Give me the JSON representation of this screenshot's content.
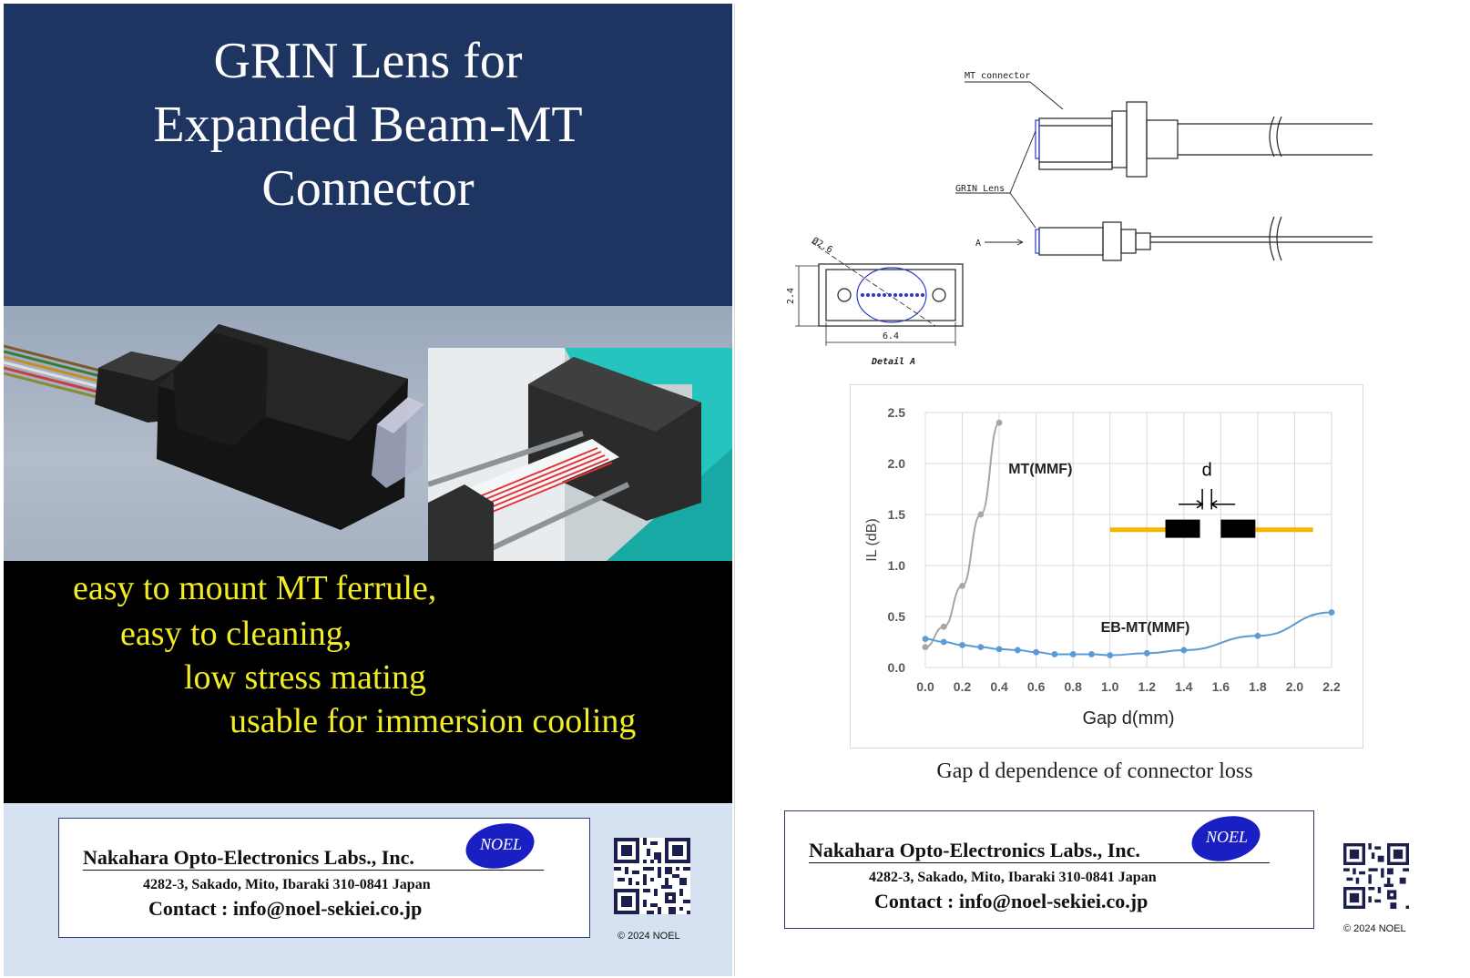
{
  "left_panel": {
    "title": "GRIN Lens for\nExpanded Beam-MT\nConnector",
    "features": [
      "easy to mount MT ferrule,",
      "easy to cleaning,",
      "low stress mating",
      "usable for immersion cooling"
    ],
    "contact": {
      "company": "Nakahara Opto-Electronics Labs., Inc.",
      "address": "4282-3, Sakado, Mito, Ibaraki 310-0841 Japan",
      "email_line": "Contact : info@noel-sekiei.co.jp",
      "logo_text": "NOEL",
      "copyright": "© 2024 NOEL"
    }
  },
  "right_panel": {
    "drawing": {
      "label_mt_connector": "MT connector",
      "label_grin_lens": "GRIN Lens",
      "label_a": "A",
      "label_diameter": "Ø2.6",
      "label_height": "2.4",
      "label_width": "6.4",
      "label_detail": "Detail A"
    },
    "chart_caption": "Gap d dependence of connector loss",
    "contact": {
      "company": "Nakahara Opto-Electronics Labs., Inc.",
      "address": "4282-3, Sakado, Mito, Ibaraki 310-0841 Japan",
      "email_line": "Contact : info@noel-sekiei.co.jp",
      "logo_text": "NOEL",
      "copyright": "© 2024 NOEL"
    }
  },
  "colors": {
    "title_band": "#1f3561",
    "feature_text": "#f2ec24",
    "footer_band": "#d6e1f1",
    "logo_blue": "#1a1fc4",
    "series_mt": "#a6a6a6",
    "series_eb": "#5b9bd5",
    "fiber_yellow": "#f5b400"
  },
  "chart_data": {
    "type": "line",
    "xlabel": "Gap d(mm)",
    "ylabel": "IL (dB)",
    "xlim": [
      0.0,
      2.2
    ],
    "ylim": [
      0.0,
      2.5
    ],
    "xticks": [
      "0.0",
      "0.2",
      "0.4",
      "0.6",
      "0.8",
      "1.0",
      "1.2",
      "1.4",
      "1.6",
      "1.8",
      "2.0",
      "2.2"
    ],
    "yticks": [
      "0.0",
      "0.5",
      "1.0",
      "1.5",
      "2.0",
      "2.5"
    ],
    "grid": true,
    "inset_label": "d",
    "series": [
      {
        "name": "MT(MMF)",
        "color": "#a6a6a6",
        "x": [
          0.0,
          0.1,
          0.2,
          0.3,
          0.4
        ],
        "y": [
          0.2,
          0.4,
          0.8,
          1.5,
          2.4
        ]
      },
      {
        "name": "EB-MT(MMF)",
        "color": "#5b9bd5",
        "x": [
          0.0,
          0.1,
          0.2,
          0.3,
          0.4,
          0.5,
          0.6,
          0.7,
          0.8,
          0.9,
          1.0,
          1.2,
          1.4,
          1.8,
          2.2
        ],
        "y": [
          0.28,
          0.25,
          0.22,
          0.2,
          0.18,
          0.17,
          0.15,
          0.13,
          0.13,
          0.13,
          0.12,
          0.14,
          0.17,
          0.31,
          0.54
        ]
      }
    ]
  }
}
